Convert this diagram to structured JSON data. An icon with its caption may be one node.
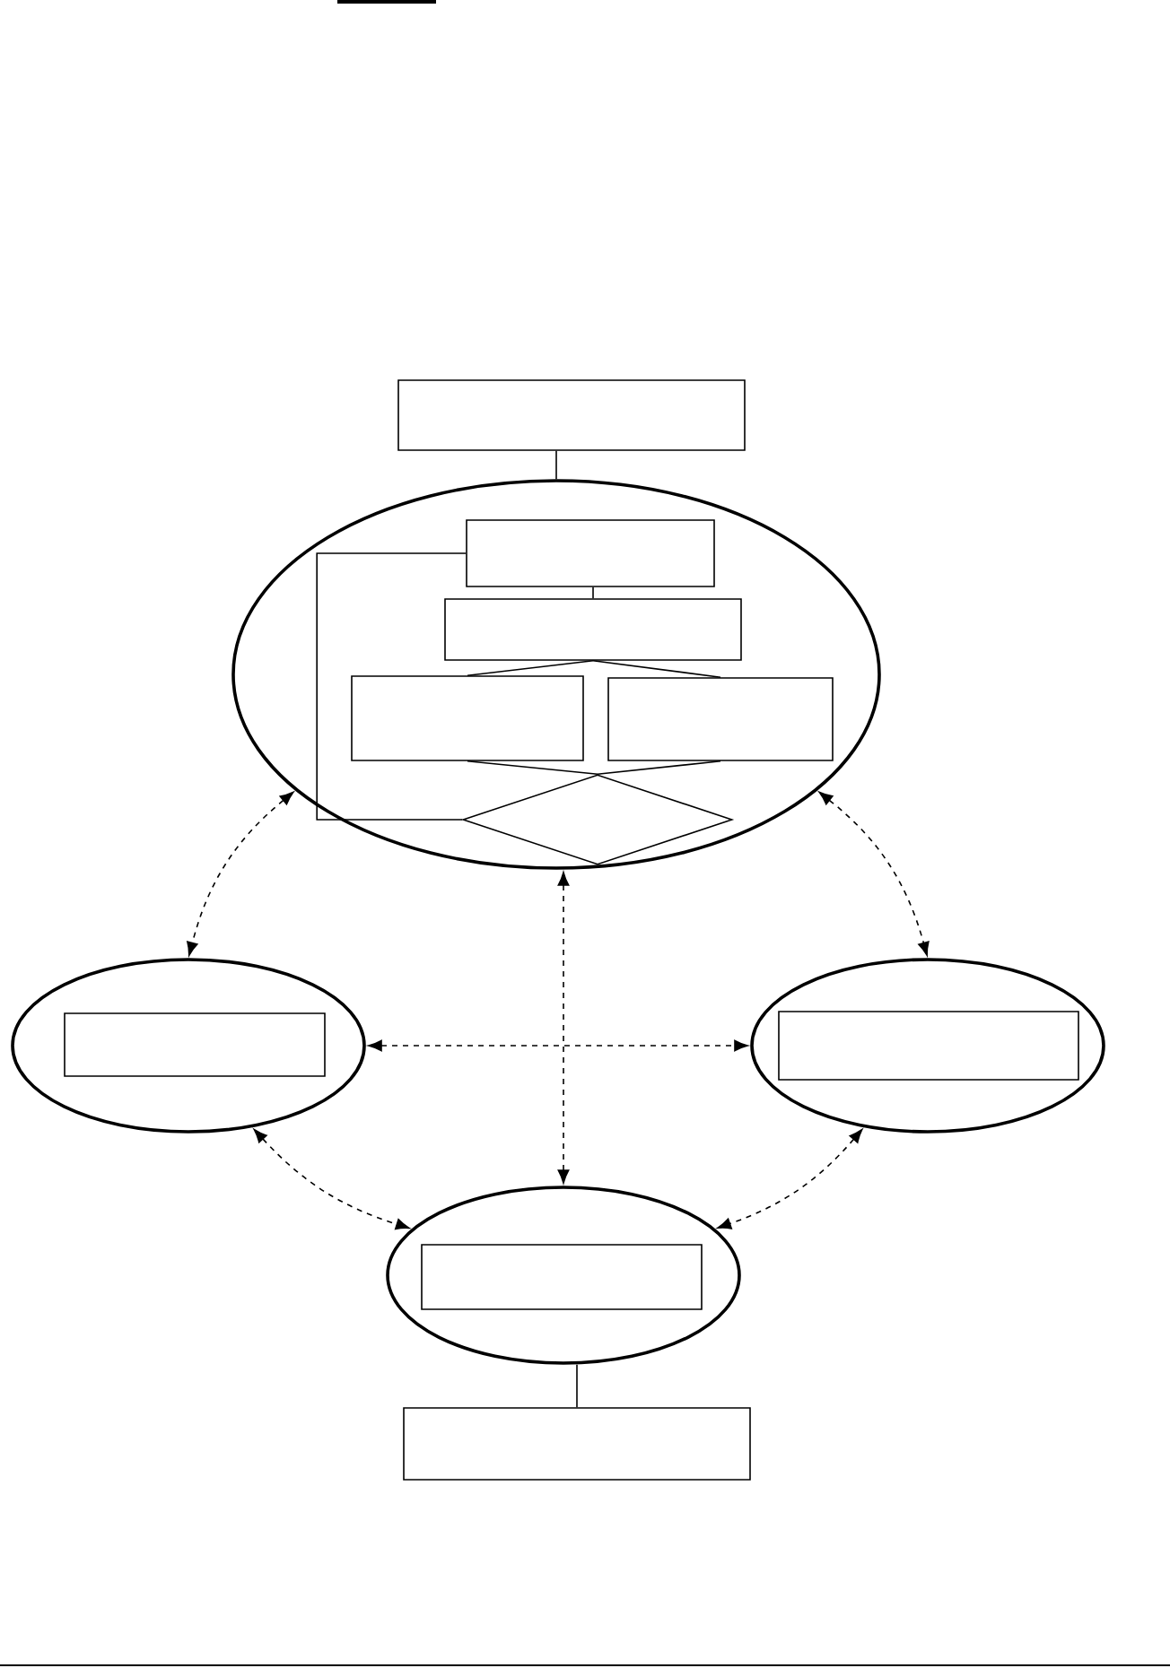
{
  "diagram": {
    "nodes": [
      {
        "text": [],
        "shape": "box"
      },
      {
        "text": [],
        "shape": "ellipse"
      },
      {
        "text": [],
        "shape": "box",
        "in": 1
      },
      {
        "text": [],
        "shape": "box",
        "in": 1
      },
      {
        "text": [],
        "shape": "box",
        "in": 1
      },
      {
        "text": [],
        "shape": "box",
        "in": 1
      },
      {
        "text": [],
        "shape": "diamond",
        "in": 1
      },
      {
        "text": [],
        "shape": "ellipse"
      },
      {
        "text": [],
        "shape": "box",
        "in": 7
      },
      {
        "text": [],
        "shape": "ellipse"
      },
      {
        "text": [],
        "shape": "box",
        "in": 9
      },
      {
        "text": [],
        "shape": "ellipse"
      },
      {
        "text": [],
        "shape": "box",
        "in": 11
      },
      {
        "text": [],
        "shape": "box"
      }
    ],
    "edges": [
      {
        "from": 0,
        "to": 1,
        "arrow": "none"
      },
      {
        "from": 2,
        "to": 3,
        "arrow": "none"
      },
      {
        "from": 3,
        "to": 4,
        "arrow": "none"
      },
      {
        "from": 3,
        "to": 5,
        "arrow": "none"
      },
      {
        "from": 4,
        "to": 6,
        "arrow": "none"
      },
      {
        "from": 5,
        "to": 6,
        "arrow": "none"
      },
      {
        "from": 6,
        "to": 2,
        "arrow": "none"
      },
      {
        "from": 1,
        "to": 7,
        "arrow": "both",
        "style": "dashed"
      },
      {
        "from": 1,
        "to": 9,
        "arrow": "both",
        "style": "dashed"
      },
      {
        "from": 1,
        "to": 11,
        "arrow": "both",
        "style": "dashed"
      },
      {
        "from": 7,
        "to": 9,
        "arrow": "both",
        "style": "dashed"
      },
      {
        "from": 7,
        "to": 11,
        "arrow": "both",
        "style": "dashed"
      },
      {
        "from": 9,
        "to": 11,
        "arrow": "both",
        "style": "dashed"
      },
      {
        "from": 11,
        "to": 13,
        "arrow": "none"
      }
    ]
  }
}
